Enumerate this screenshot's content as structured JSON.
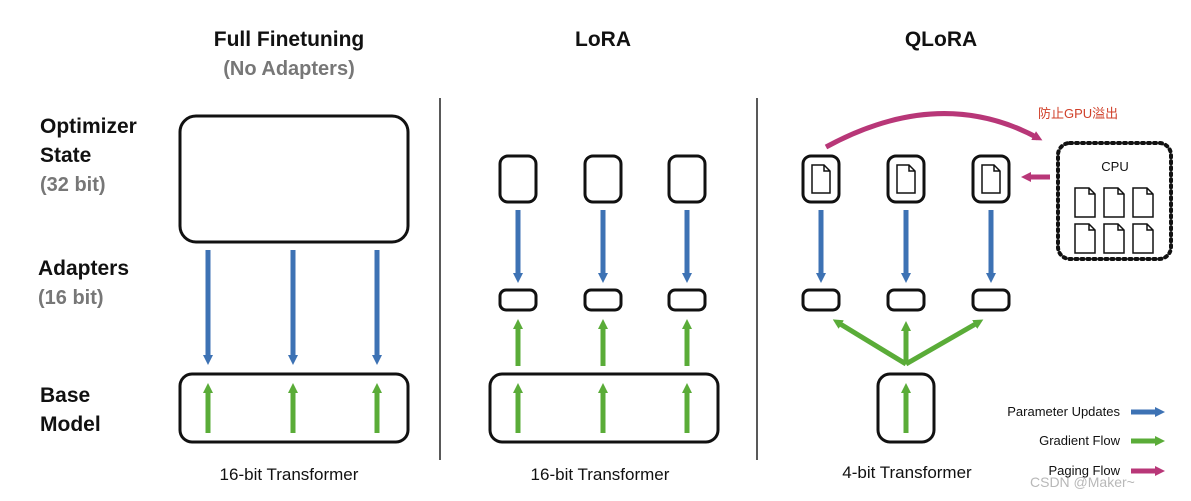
{
  "columns": [
    {
      "title": "Full Finetuning",
      "subtitle": "(No Adapters)",
      "caption": "16-bit Transformer"
    },
    {
      "title": "LoRA",
      "caption": "16-bit Transformer"
    },
    {
      "title": "QLoRA",
      "caption": "4-bit Transformer"
    }
  ],
  "rows": {
    "optimizer": {
      "label_line1": "Optimizer",
      "label_line2": "State",
      "bits": "(32 bit)"
    },
    "adapters": {
      "label": "Adapters",
      "bits": "(16 bit)"
    },
    "base": {
      "label_line1": "Base",
      "label_line2": "Model"
    }
  },
  "cpu_label": "CPU",
  "paging_note": "防止GPU溢出",
  "legend": [
    {
      "label": "Parameter Updates",
      "color": "#3d72b4"
    },
    {
      "label": "Gradient Flow",
      "color": "#5aac38"
    },
    {
      "label": "Paging Flow",
      "color": "#b83778"
    }
  ],
  "watermark": "CSDN @Maker~"
}
